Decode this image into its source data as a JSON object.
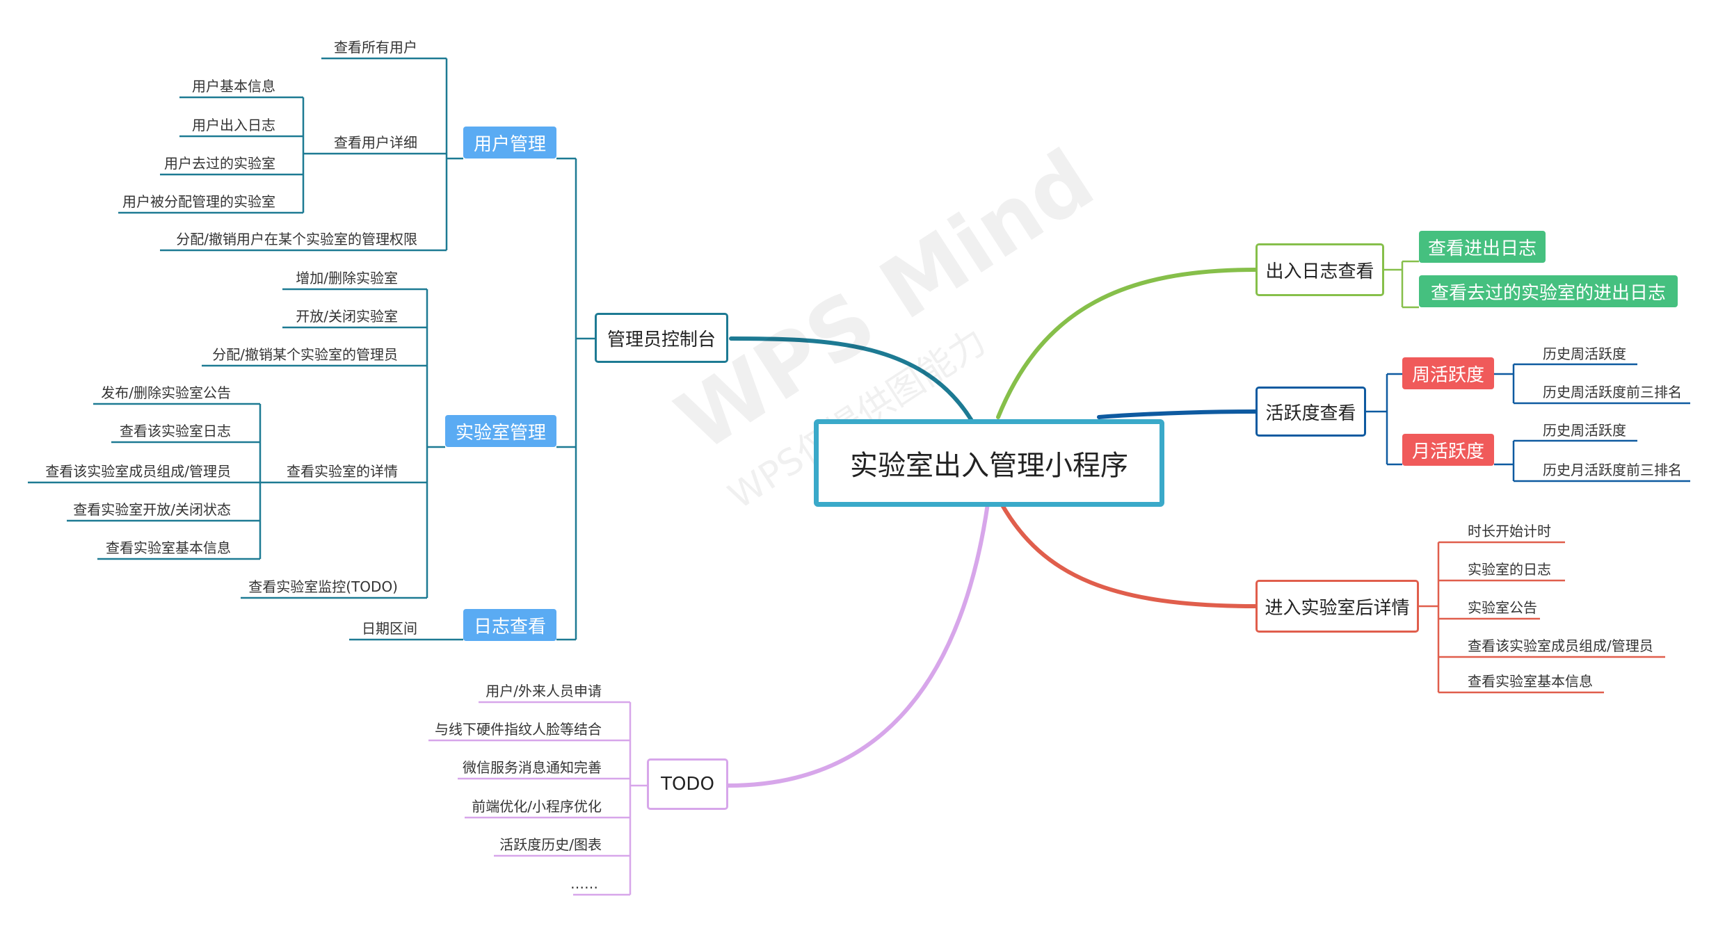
{
  "center": {
    "label": "实验室出入管理小程序"
  },
  "watermark": {
    "line1": "WPS Mind",
    "line2": "WPS仅提供图能力"
  },
  "colors": {
    "admin": "#1d7a93",
    "log": "#86bf4a",
    "activity": "#0e5aa0",
    "detail": "#e05e4c",
    "todo": "#d7a6ea",
    "blue_pill": "#5aabf3",
    "green_pill": "#45c07f",
    "red_pill": "#f05a5a"
  },
  "admin": {
    "label": "管理员控制台",
    "user_mgmt": {
      "label": "用户管理",
      "view_all": "查看所有用户",
      "view_detail": "查看用户详细",
      "detail_items": [
        "用户基本信息",
        "用户出入日志",
        "用户去过的实验室",
        "用户被分配管理的实验室"
      ],
      "assign": "分配/撤销用户在某个实验室的管理权限"
    },
    "lab_mgmt": {
      "label": "实验室管理",
      "items": [
        "增加/删除实验室",
        "开放/关闭实验室",
        "分配/撤销某个实验室的管理员"
      ],
      "view_detail": "查看实验室的详情",
      "detail_items": [
        "发布/删除实验室公告",
        "查看该实验室日志",
        "查看该实验室成员组成/管理员",
        "查看实验室开放/关闭状态",
        "查看实验室基本信息"
      ],
      "monitor": "查看实验室监控(TODO)"
    },
    "log_view": {
      "label": "日志查看",
      "range": "日期区间"
    }
  },
  "todo": {
    "label": "TODO",
    "items": [
      "用户/外来人员申请",
      "与线下硬件指纹人脸等结合",
      "微信服务消息通知完善",
      "前端优化/小程序优化",
      "活跃度历史/图表",
      "……"
    ]
  },
  "log_view_branch": {
    "label": "出入日志查看",
    "items": [
      "查看进出日志",
      "查看去过的实验室的进出日志"
    ]
  },
  "activity": {
    "label": "活跃度查看",
    "weekly": {
      "label": "周活跃度",
      "items": [
        "历史周活跃度",
        "历史周活跃度前三排名"
      ]
    },
    "monthly": {
      "label": "月活跃度",
      "items": [
        "历史周活跃度",
        "历史月活跃度前三排名"
      ]
    }
  },
  "detail": {
    "label": "进入实验室后详情",
    "items": [
      "时长开始计时",
      "实验室的日志",
      "实验室公告",
      "查看该实验室成员组成/管理员",
      "查看实验室基本信息"
    ]
  }
}
